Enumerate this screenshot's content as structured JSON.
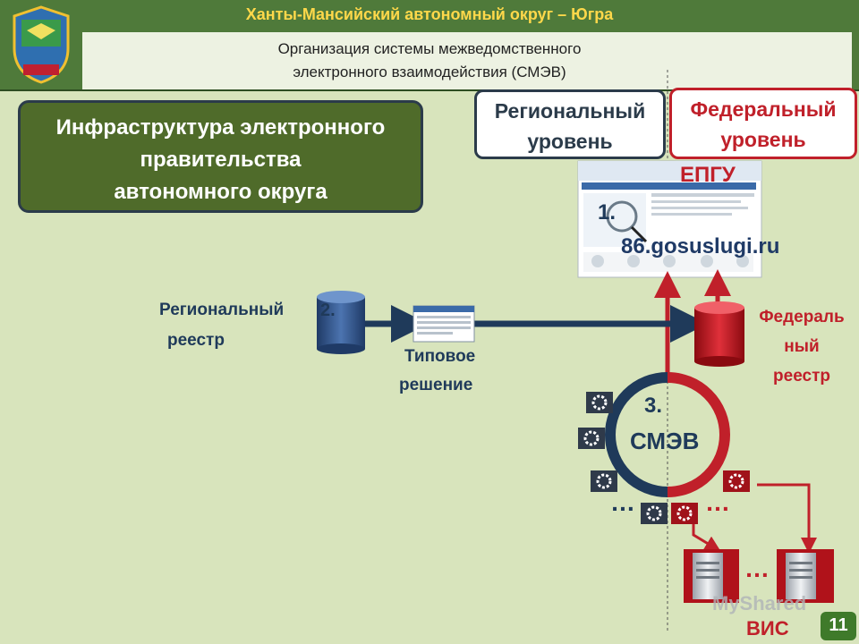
{
  "header": {
    "title": "Ханты-Мансийский автономный округ – Югра",
    "subtitle_line1": "Организация системы межведомственного",
    "subtitle_line2": "электронного взаимодействия (СМЭВ)"
  },
  "infra": {
    "line1": "Инфраструктура электронного",
    "line2": "правительства",
    "line3": "автономного округа"
  },
  "levels": {
    "regional_line1": "Региональный",
    "regional_line2": "уровень",
    "federal_line1": "Федеральный",
    "federal_line2": "уровень"
  },
  "epgu": {
    "label": "ЕПГУ",
    "number": "1.",
    "site": "86.gosuslugi.ru"
  },
  "registry": {
    "regional_line1": "Региональный",
    "regional_line2": "реестр",
    "number": "2.",
    "typical_line1": "Типовое",
    "typical_line2": "решение",
    "federal_line1": "Федераль",
    "federal_line2": "ный",
    "federal_line3": "реестр"
  },
  "smev": {
    "number": "3.",
    "label": "СМЭВ",
    "dots_left": "…",
    "dots_right": "…",
    "dots_servers": "…",
    "vis": "ВИС"
  },
  "page_number": "11",
  "watermark": "MyShared",
  "colors": {
    "green": "#4f7a3a",
    "navy": "#1f3a5a",
    "red": "#c0202a",
    "yellow": "#ffd84a"
  }
}
